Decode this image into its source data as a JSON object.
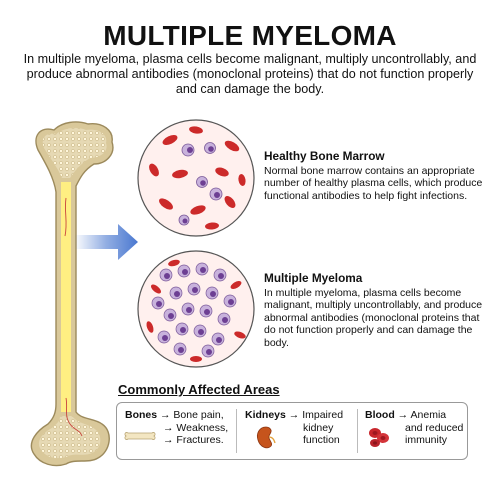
{
  "title": "MULTIPLE MYELOMA",
  "intro": "In multiple myeloma, plasma cells become malignant, multiply uncontrollably, and produce abnormal antibodies (monoclonal proteins) that do not function properly and can damage the body.",
  "healthy": {
    "heading": "Healthy Bone Marrow",
    "text": "Normal bone marrow contains an appropriate number of healthy plasma cells, which produce functional antibodies to help fight infections."
  },
  "myeloma": {
    "heading": "Multiple Myeloma",
    "text": "In multiple myeloma, plasma cells become malignant, multiply uncontrollably, and produce abnormal antibodies (monoclonal proteins that do not function properly and can damage the body."
  },
  "areas": {
    "title": "Commonly Affected Areas",
    "bones": {
      "label": "Bones",
      "l1": "→ Bone pain,",
      "l2": "→ Weakness,",
      "l3": "→ Fractures."
    },
    "kidneys": {
      "label": "Kidneys",
      "l1": "→ Impaired",
      "l2": "kidney",
      "l3": "function"
    },
    "blood": {
      "label": "Blood",
      "l1": "→ Anemia",
      "l2": "and reduced",
      "l3": "immunity"
    }
  },
  "icons": {
    "bone": "bone-icon",
    "kidney": "kidney-icon",
    "blood": "blood-cells-icon",
    "arrow": "arrow-right-icon"
  },
  "colors": {
    "bone_fill": "#ffee88",
    "bone_outline": "#b8a472",
    "red_cell": "#cc2a2a",
    "plasma_cell": "#8a62a8",
    "arrow": "#4a78d0"
  }
}
